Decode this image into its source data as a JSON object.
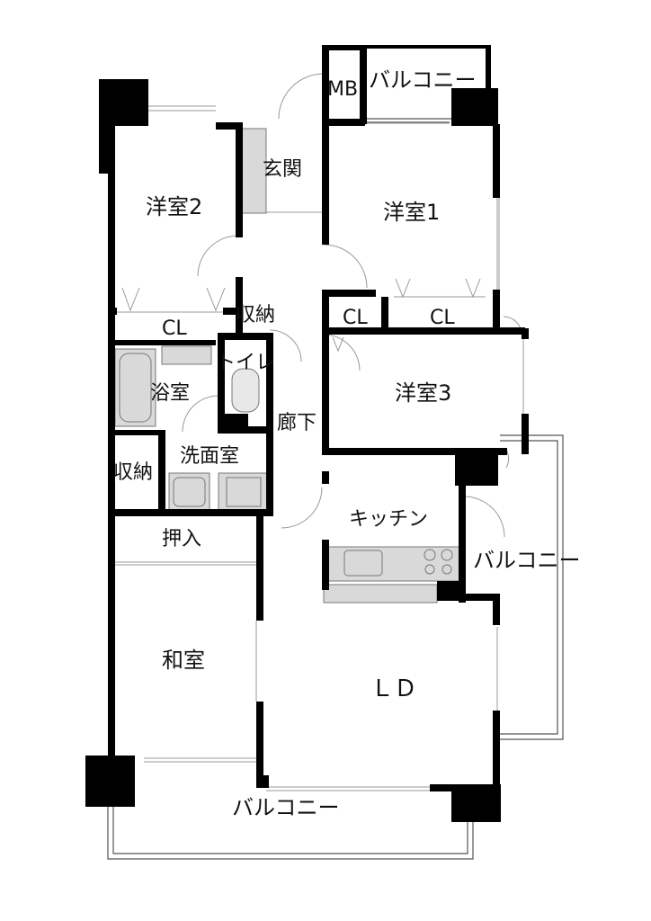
{
  "floorplan": {
    "rooms": {
      "balcony_top": "バルコニー",
      "mb": "MB",
      "entrance": "玄関",
      "western2": "洋室2",
      "western1": "洋室1",
      "cl_left": "CL",
      "storage_top": "収納",
      "cl_mid": "CL",
      "cl_right": "CL",
      "toilet": "トイレ",
      "bath": "浴室",
      "hall": "廊下",
      "western3": "洋室3",
      "storage_left": "収納",
      "washroom": "洗面室",
      "kitchen": "キッチン",
      "balcony_right": "バルコニー",
      "oshiire": "押入",
      "washitsu": "和室",
      "ld": "ＬＤ",
      "balcony_bottom": "バルコニー"
    },
    "colors": {
      "wall": "#000000",
      "fixture_fill": "#d9d9d9",
      "thin_line": "#9a9a9a",
      "background": "#ffffff"
    }
  }
}
